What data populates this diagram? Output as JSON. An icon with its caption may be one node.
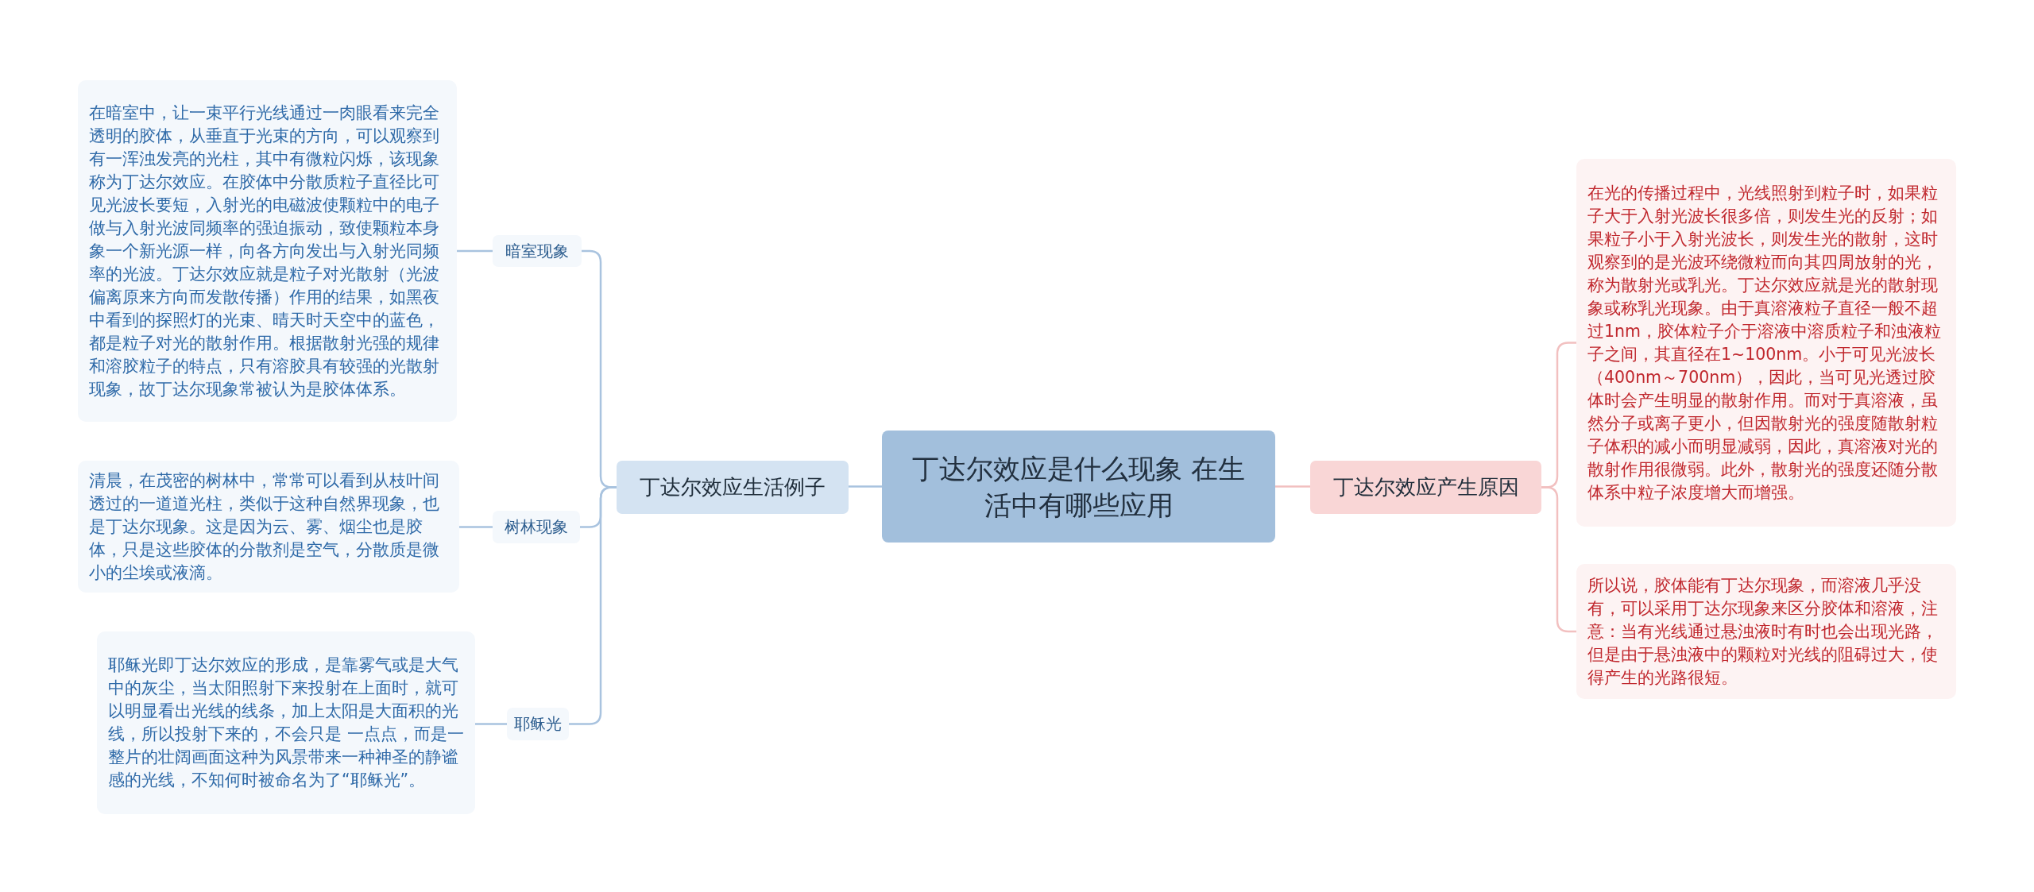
{
  "diagram": {
    "nodes": [
      {
        "text": [
          "丁达尔效应是什么现象 在生活中有哪些应用"
        ]
      },
      {
        "text": [
          "丁达尔效应生活例子"
        ]
      },
      {
        "text": [
          "暗室现象"
        ]
      },
      {
        "text": [
          "在暗室中，让一束平行光线通过一肉眼看来完全透明的胶体，从垂直于光束的方向，可以观察到有一浑浊发亮的光柱，其中有微粒闪烁，该现象称为丁达尔效应。在胶体中分散质粒子直径比可见光波长要短，入射光的电磁波使颗粒中的电子做与入射光波同频率的强迫振动，致使颗粒本身象一个新光源一样，向各方向发出与入射光同频率的光波。丁达尔效应就是粒子对光散射（光波偏离原来方向而发散传播）作用的结果，如黑夜中看到的探照灯的光束、晴天时天空中的蓝色，都是粒子对光的散射作用。根据散射光强的规律和溶胶粒子的特点，只有溶胶具有较强的光散射现象，故丁达尔现象常被认为是胶体体系。"
        ]
      },
      {
        "text": [
          "树林现象"
        ]
      },
      {
        "text": [
          "清晨，在茂密的树林中，常常可以看到从枝叶间透过的一道道光柱，类似于这种自然界现象，也是丁达尔现象。这是因为云、雾、烟尘也是胶体，只是这些胶体的分散剂是空气，分散质是微小的尘埃或液滴。"
        ]
      },
      {
        "text": [
          "耶稣光"
        ]
      },
      {
        "text": [
          "耶稣光即丁达尔效应的形成，是靠雾气或是大气中的灰尘，当太阳照射下来投射在上面时，就可以明显看出光线的线条，加上太阳是大面积的光线，所以投射下来的，不会只是 一点点，而是一整片的壮阔画面这种为风景带来一种神圣的静谧感的光线，不知何时被命名为了“耶稣光”。"
        ]
      },
      {
        "text": [
          "丁达尔效应产生原因"
        ]
      },
      {
        "text": [
          "在光的传播过程中，光线照射到粒子时，如果粒子大于入射光波长很多倍，则发生光的反射；如果粒子小于入射光波长，则发生光的散射，这时观察到的是光波环绕微粒而向其四周放射的光，称为散射光或乳光。丁达尔效应就是光的散射现象或称乳光现象。由于真溶液粒子直径一般不超过1nm，胶体粒子介于溶液中溶质粒子和浊液粒子之间，其直径在1~100nm。小于可见光波长（400nm～700nm），因此，当可见光透过胶体时会产生明显的散射作用。而对于真溶液，虽然分子或离子更小，但因散射光的强度随散射粒子体积的减小而明显减弱，因此，真溶液对光的散射作用很微弱。此外，散射光的强度还随分散体系中粒子浓度增大而增强。"
        ]
      },
      {
        "text": [
          "所以说，胶体能有丁达尔现象，而溶液几乎没有，可以采用丁达尔现象来区分胶体和溶液，注意：当有光线通过悬浊液时有时也会出现光路，但是由于悬浊液中的颗粒对光线的阻碍过大，使得产生的光路很短。"
        ]
      }
    ],
    "edges": [
      {
        "from": 0,
        "to": 1,
        "arrow": "none"
      },
      {
        "from": 1,
        "to": 2,
        "arrow": "none"
      },
      {
        "from": 2,
        "to": 3,
        "arrow": "none"
      },
      {
        "from": 1,
        "to": 4,
        "arrow": "none"
      },
      {
        "from": 4,
        "to": 5,
        "arrow": "none"
      },
      {
        "from": 1,
        "to": 6,
        "arrow": "none"
      },
      {
        "from": 6,
        "to": 7,
        "arrow": "none"
      },
      {
        "from": 0,
        "to": 8,
        "arrow": "none",
        "color": "#f2c0c0"
      },
      {
        "from": 8,
        "to": 9,
        "arrow": "none",
        "color": "#f2c0c0"
      },
      {
        "from": 8,
        "to": 10,
        "arrow": "none",
        "color": "#f2c0c0"
      }
    ]
  }
}
